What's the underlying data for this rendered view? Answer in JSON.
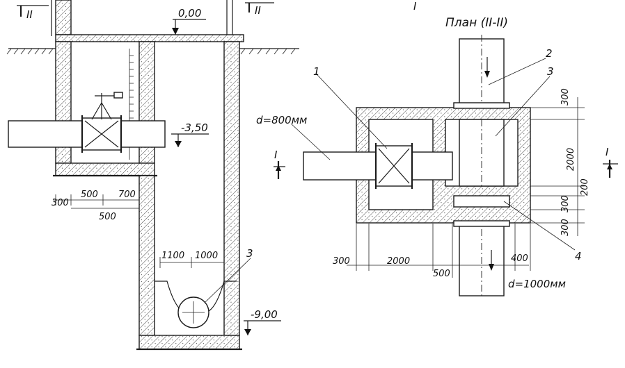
{
  "plan_title": "План (II-II)",
  "section_marks": {
    "left_II": "II",
    "right_II": "II",
    "left_I": "I",
    "right_I": "I",
    "top_mark": "I"
  },
  "elevations": {
    "ground": "0,00",
    "pipe_axis": "-3,50",
    "bottom": "-9,00"
  },
  "pipe_labels": {
    "inlet_diameter": "d=800мм",
    "outlet_diameter": "d=1000мм"
  },
  "callouts": {
    "c1": "1",
    "c2": "2",
    "c3_plan": "3",
    "c3_section": "3",
    "c4": "4"
  },
  "section_dims": {
    "d300": "300",
    "d500a": "500",
    "d700": "700",
    "d500b": "500",
    "d1100": "1100",
    "d1000": "1000"
  },
  "plan_dims": {
    "bottom_300": "300",
    "bottom_2000": "2000",
    "bottom_500": "500",
    "bottom_400": "400",
    "right_300": "300",
    "right_2000": "2000",
    "right_200": "200",
    "right_300b": "300",
    "right_300c": "300"
  }
}
